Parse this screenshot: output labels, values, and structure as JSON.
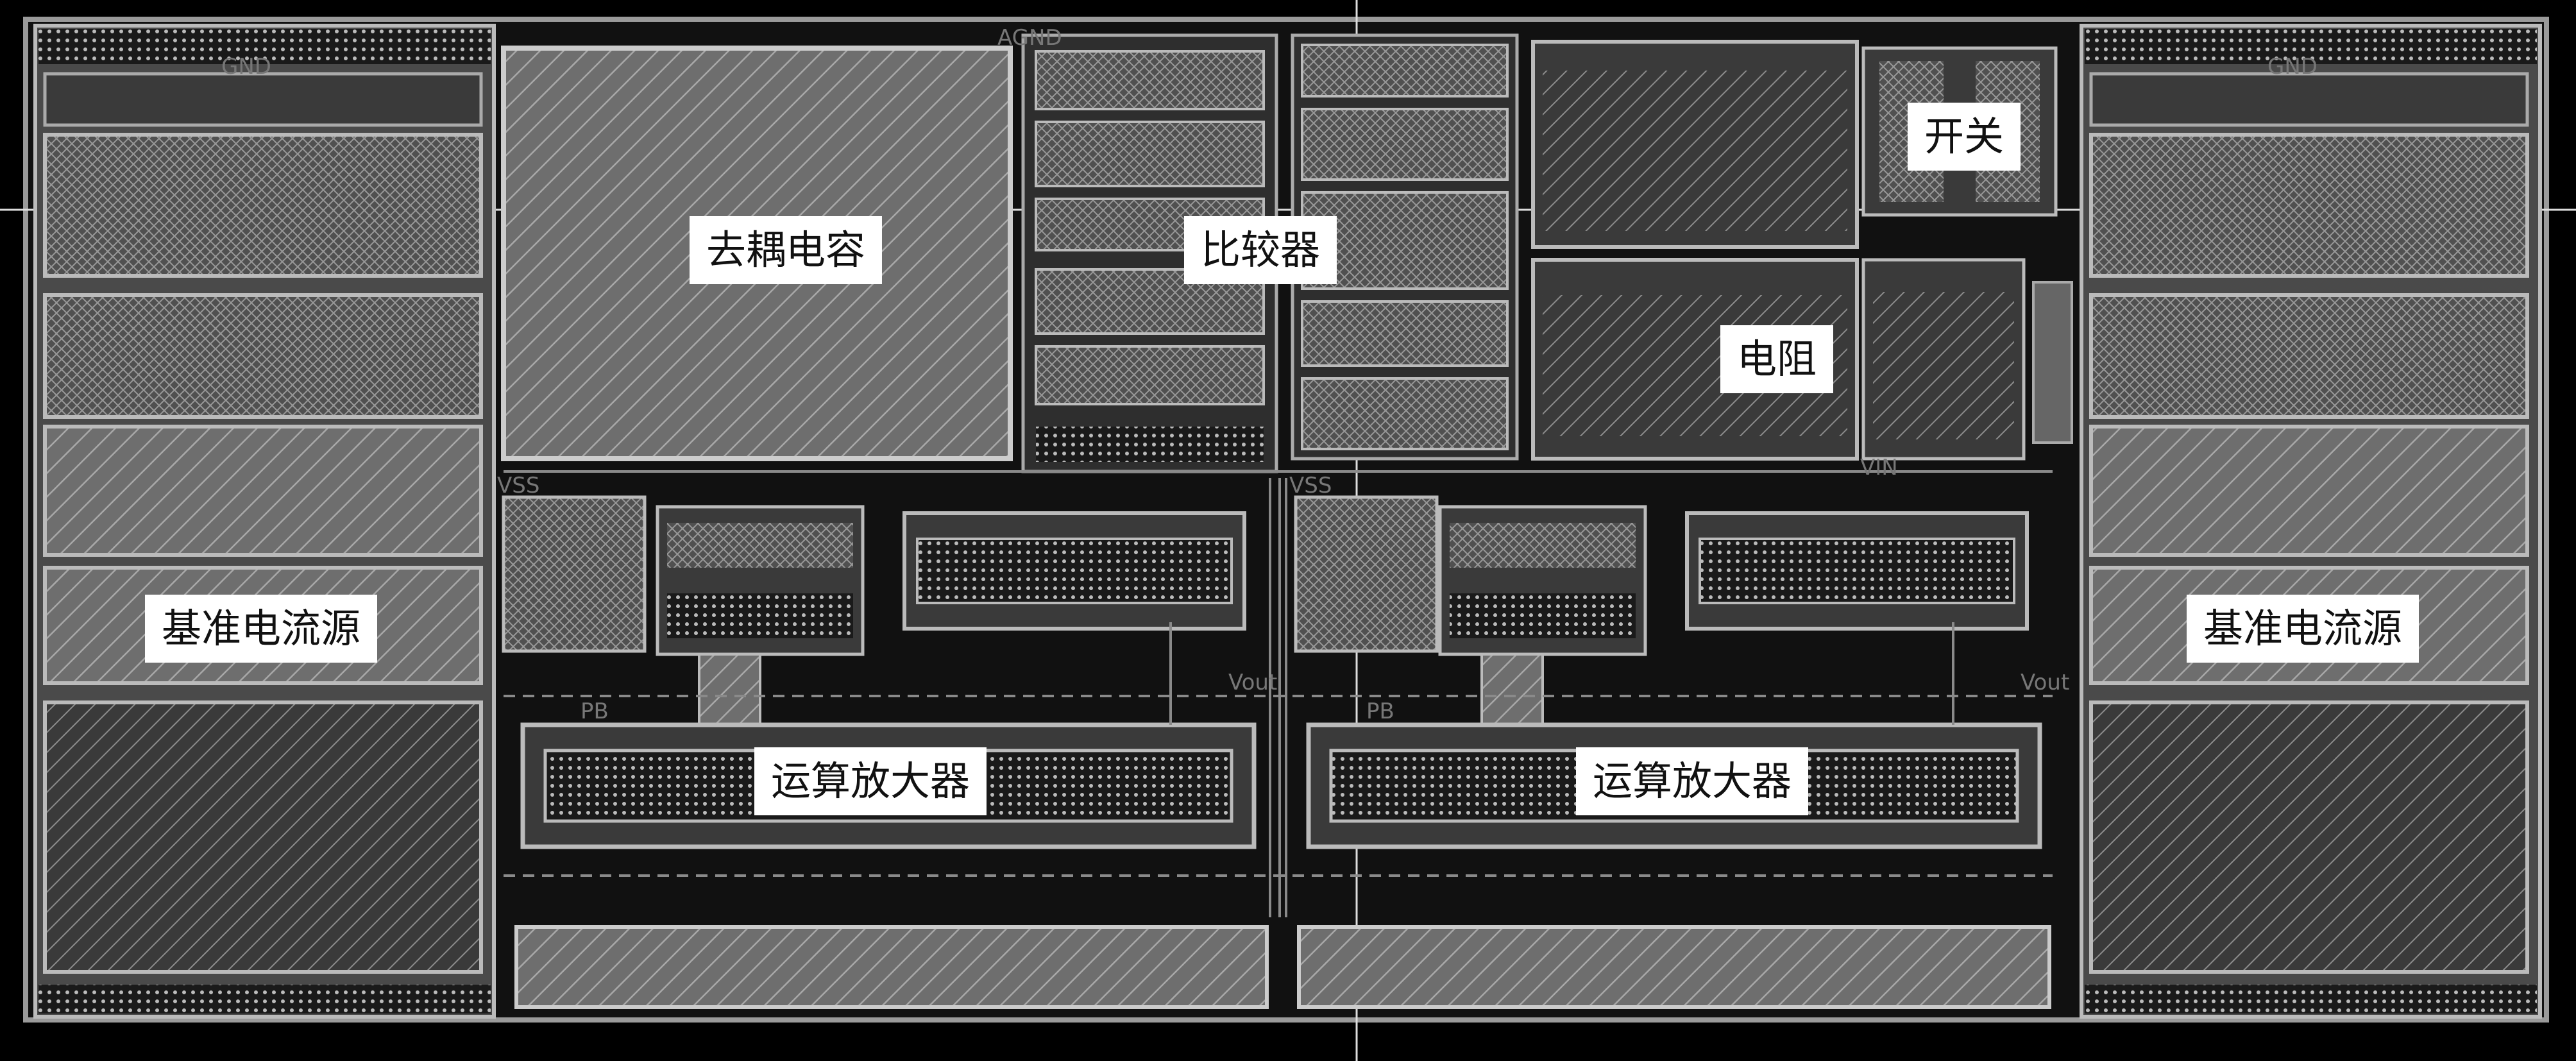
{
  "labels": {
    "decap": "去耦电容",
    "comparator": "比较器",
    "switch": "开关",
    "resistor": "电阻",
    "ref_left": "基准电流源",
    "ref_right": "基准电流源",
    "opamp_left": "运算放大器",
    "opamp_right": "运算放大器"
  },
  "pins": {
    "gnd_left": "GND",
    "gnd_right": "GND",
    "vout_left": "Vout",
    "vout_right": "Vout",
    "pb_left": "PB",
    "pb_right": "PB",
    "vdd_left": "VSS",
    "vdd_right": "VSS",
    "vin": "VIN",
    "agnd": "AGND"
  },
  "colors": {
    "background": "#000000",
    "metal": "#8a8a8a",
    "edge": "#c4c4c4",
    "dark_block": "#3c3c3c",
    "label_bg": "#ffffff",
    "label_text": "#111111"
  }
}
